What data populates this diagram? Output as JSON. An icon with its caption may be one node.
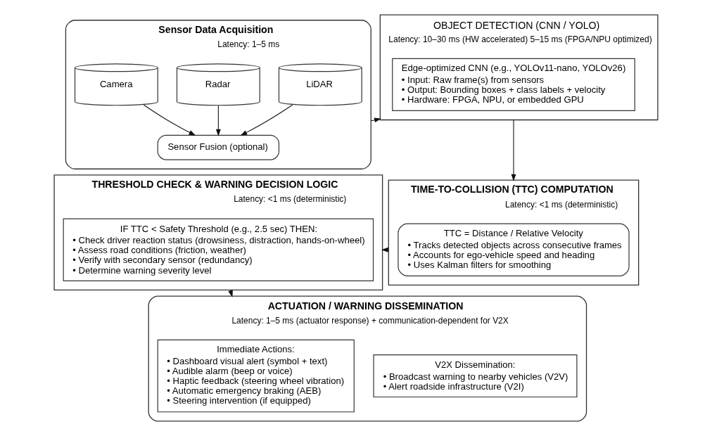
{
  "diagram": {
    "nodes": [
      {
        "text": [
          "Sensor Data Acquisition",
          "Latency: 1–5 ms"
        ]
      },
      {
        "text": [
          "Camera"
        ],
        "in": 0
      },
      {
        "text": [
          "Radar"
        ],
        "in": 0
      },
      {
        "text": [
          "LiDAR"
        ],
        "in": 0
      },
      {
        "text": [
          "Sensor Fusion (optional)"
        ],
        "in": 0
      },
      {
        "text": [
          "OBJECT DETECTION (CNN / YOLO)",
          "Latency: 10–30 ms (HW accelerated) 5–15 ms (FPGA/NPU optimized)"
        ]
      },
      {
        "text": [
          "Edge-optimized CNN (e.g., YOLOv11-nano, YOLOv26)",
          "• Input: Raw frame(s) from sensors",
          "• Output: Bounding boxes + class labels + velocity",
          "• Hardware: FPGA, NPU, or embedded GPU"
        ],
        "in": 5
      },
      {
        "text": [
          "THRESHOLD CHECK & WARNING DECISION LOGIC",
          "Latency: <1 ms (deterministic)"
        ]
      },
      {
        "text": [
          "IF TTC < Safety Threshold (e.g., 2.5 sec) THEN:",
          "• Check driver reaction status (drowsiness, distraction, hands-on-wheel)",
          "• Assess road conditions (friction, weather)",
          "• Verify with secondary sensor (redundancy)",
          "• Determine warning severity level"
        ],
        "in": 7
      },
      {
        "text": [
          "TIME-TO-COLLISION (TTC) COMPUTATION",
          "Latency: <1 ms (deterministic)"
        ]
      },
      {
        "text": [
          "TTC = Distance / Relative Velocity",
          "• Tracks detected objects across consecutive frames",
          "• Accounts for ego-vehicle speed and heading",
          "• Uses Kalman filters for smoothing"
        ],
        "in": 9
      },
      {
        "text": [
          "ACTUATION / WARNING DISSEMINATION",
          "Latency: 1–5 ms (actuator response) + communication-dependent for V2X"
        ]
      },
      {
        "text": [
          "Immediate Actions:",
          "• Dashboard visual alert (symbol + text)",
          "• Audible alarm (beep or voice)",
          "• Haptic feedback (steering wheel vibration)",
          "• Automatic emergency braking (AEB)",
          "• Steering intervention (if equipped)"
        ],
        "in": 11
      },
      {
        "text": [
          "V2X Dissemination:",
          "• Broadcast warning to nearby vehicles (V2V)",
          "• Alert roadside infrastructure (V2I)"
        ],
        "in": 11
      }
    ],
    "edges": [
      {
        "from": 1,
        "to": 4,
        "arrow": "to"
      },
      {
        "from": 2,
        "to": 4,
        "arrow": "to"
      },
      {
        "from": 3,
        "to": 4,
        "arrow": "to"
      },
      {
        "from": 0,
        "to": 5,
        "arrow": "to"
      },
      {
        "from": 5,
        "to": 9,
        "arrow": "to"
      },
      {
        "from": 9,
        "to": 7,
        "arrow": "to"
      },
      {
        "from": 7,
        "to": 11,
        "arrow": "to"
      }
    ]
  }
}
